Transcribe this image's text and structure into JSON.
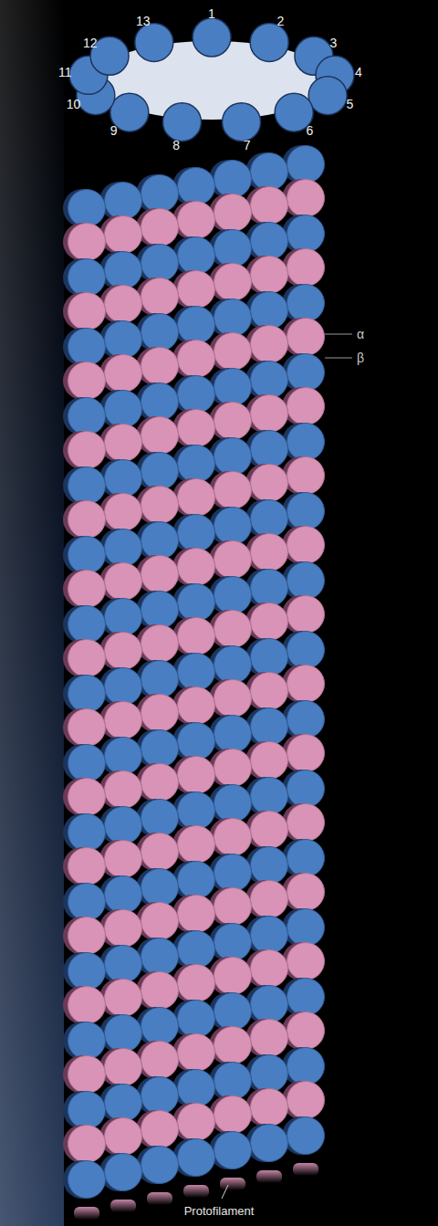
{
  "diagram": {
    "labels": [
      "1",
      "2",
      "3",
      "4",
      "5",
      "6",
      "7",
      "8",
      "9",
      "10",
      "11",
      "12",
      "13",
      "α",
      "β",
      "Protofilament"
    ]
  }
}
